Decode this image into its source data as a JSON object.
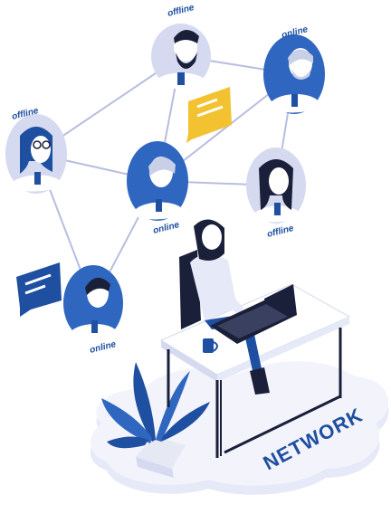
{
  "illustration": {
    "brand_label": "NETWORK",
    "contacts": [
      {
        "role": "top-contact",
        "status": "offline",
        "style": "beard"
      },
      {
        "role": "top-right-contact",
        "status": "online",
        "style": "elder"
      },
      {
        "role": "left-contact",
        "status": "offline",
        "style": "glasses-woman"
      },
      {
        "role": "center-contact",
        "status": "online",
        "style": "elder-grey"
      },
      {
        "role": "right-contact",
        "status": "offline",
        "style": "dark-hair-woman"
      },
      {
        "role": "bottom-left-contact",
        "status": "online",
        "style": "man"
      }
    ],
    "colors": {
      "blue_dark": "#1e4fa0",
      "blue_mid": "#2f66bf",
      "lavender": "#d5daf0",
      "platform": "#eef0fa",
      "chat_yellow": "#f2c230",
      "line": "#b8bde0"
    }
  }
}
